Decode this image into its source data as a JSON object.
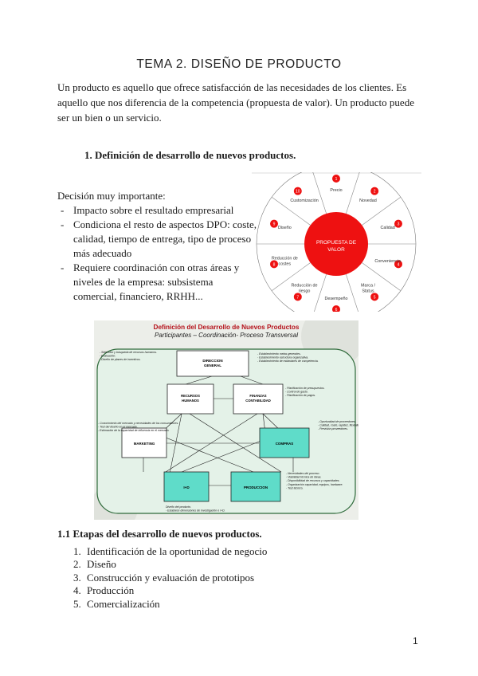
{
  "document": {
    "title": "TEMA 2. DISEÑO DE PRODUCTO",
    "intro": "Un producto es aquello que ofrece satisfacción de las necesidades de los clientes. Es aquello que nos diferencia de la competencia (propuesta de valor). Un producto puede ser un bien o un servicio.",
    "section1_heading": "1. Definición de desarrollo de nuevos productos.",
    "decision_label": "Decisión muy importante:",
    "decision_items": [
      "Impacto sobre el resultado empresarial",
      "Condiciona el resto de aspectos DPO: coste, calidad, tiempo de entrega, tipo de proceso más adecuado",
      "Requiere coordinación con otras áreas y niveles de la empresa: subsistema comercial, financiero, RRHH..."
    ],
    "section11_heading": "1.1 Etapas del desarrollo de nuevos productos.",
    "steps": [
      {
        "num": "1.",
        "text": "Identificación de la oportunidad de negocio"
      },
      {
        "num": "2.",
        "text": "Diseño"
      },
      {
        "num": "3.",
        "text": "Construcción y evaluación de prototipos"
      },
      {
        "num": "4.",
        "text": "Producción"
      },
      {
        "num": "5.",
        "text": "Comercialización"
      }
    ],
    "page_number": "1"
  },
  "value_wheel": {
    "center": [
      "PROPUESTA DE",
      "VALOR"
    ],
    "center_color": "#ee1111",
    "segments": [
      {
        "n": "1",
        "label": "Precio"
      },
      {
        "n": "2",
        "label": "Novedad"
      },
      {
        "n": "3",
        "label": "Calidad"
      },
      {
        "n": "4",
        "label": "Conveniencia"
      },
      {
        "n": "5",
        "label": "Marca / Status"
      },
      {
        "n": "6",
        "label": "Desempeño"
      },
      {
        "n": "7",
        "label": "Reducción de riesgo"
      },
      {
        "n": "8",
        "label": "Reducción de costes"
      },
      {
        "n": "9",
        "label": "Diseño"
      },
      {
        "n": "10",
        "label": "Customización"
      }
    ]
  },
  "process_diagram": {
    "title": "Definición del Desarrollo de Nuevos Productos",
    "subtitle": "Participantes – Coordinación- Proceso Transversal",
    "boxes": {
      "direccion": [
        "DIRECCION",
        "GENERAL"
      ],
      "recursos": [
        "RECURSOS",
        "HUMANOS"
      ],
      "finanzas": [
        "FINANZAS",
        "CONTABILIDAD"
      ],
      "marketing": "MARKETING",
      "compras": "COMPRAS",
      "id": "I+D",
      "produccion": "PRODUCCION"
    },
    "notes": {
      "top": [
        "- Establecimiento metas generales.",
        "- Establecimiento estructura organizativa.",
        "- Establecimiento de estándares de competencia."
      ],
      "left": [
        "- Selección y búsqueda de recursos humanos.",
        "- Evaluación.",
        "- Diseño de planes de incentivos."
      ],
      "right_fin": [
        "- Planificación de presupuestos.",
        "- Control de gasto.",
        "- Planificación de pagos."
      ],
      "right_compras": [
        "- Oportunidad de proveedores.",
        "- Calidad, coste, rapidez, flexibilidad.",
        "- Previsión proveedores."
      ],
      "market": [
        "- Conocimiento del mercado y necesidades de los consumidores.",
        "- Test del diseño en el mercado.",
        "- Estimación de la capacidad de influencia en el mercado."
      ],
      "right_prod": [
        "- Necesidades del proceso.",
        "- Viabilidad técnica de ideas.",
        "- Disponibilidad de recursos y capacidades.",
        "- Organización capacidad, equipos, hardware.",
        "- Test técnico."
      ],
      "bottom": [
        "Diseño del producto.",
        "- Establece dimensiones de investigación e I+D."
      ]
    },
    "colors": {
      "panel": "#e4f2e8",
      "box_cyan": "#5fdcc9",
      "title_red": "#b5121b"
    }
  }
}
